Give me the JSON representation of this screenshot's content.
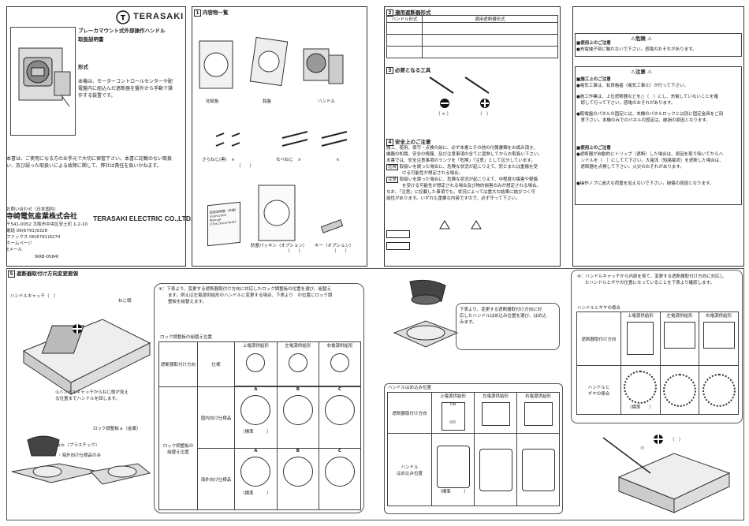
{
  "brand": {
    "name": "TERASAKI"
  },
  "cover": {
    "title": "ブレーカマウント式外部操作ハンドル",
    "subtitle": "取扱説明書",
    "model_label": "形式",
    "intro": [
      "本機は、モーターコントロールセンターや配",
      "電盤内に組込んだ遮断器を盤外から手動で操",
      "作する装置です。"
    ],
    "keep": [
      "本書は、ご使用になる方のお手元で大切に保管下さい。本書に記載のない取扱",
      "い、及び誤った取扱いによる故障に関して、弊社は責任を負いかねます。"
    ],
    "contact": "お問い合わせ（日本国内）",
    "company_jp": "寺崎電気産業株式会社",
    "company_en": "TERASAKI ELECTRIC CO.,LTD.",
    "address": "〒541-0052 大阪市中央区安土町 1-2-10",
    "tel": "電話 06(6791)9328",
    "fax": "ファックス 06(6791)9274",
    "home": "ホームページ",
    "email": "Eメール",
    "doc_no": "（KRB-0584）"
  },
  "contents": {
    "title": "内容物一覧",
    "items": [
      "化粧板",
      "銘盤",
      "ハンドル"
    ],
    "screws": [
      "さらねじ(黒)　×",
      "（　　）",
      "なべねじ　×",
      "×"
    ],
    "options": [
      "防塵パッキン（オプション）",
      "キー（オプション）"
    ],
    "opt_qty": [
      "（　　）",
      "（　　）"
    ],
    "manual": [
      "取扱説明書（本書）",
      "Instruction Manual",
      "(This Document)"
    ]
  },
  "breaker": {
    "title": "適用遮断器形式",
    "col1": "ハンドル形式",
    "col2": "適用遮断器形式"
  },
  "tools": {
    "title": "必要となる工具",
    "minus": "（ × ）",
    "plus": "（　）"
  },
  "safety": {
    "title": "安全上のご注意",
    "lines": [
      "施工、使用、保守・点検の前に、必ず本書とその他の付属書類をお読み頂き、",
      "機器の知識、安全の情報、及び注意事項の全てに習熟してからお取扱い下さい。",
      "本書では、安全注意事項のランクを「危険」「注意」として区分しています。"
    ],
    "danger_label": "危険",
    "danger_text": [
      "取扱いを誤った場合に、危険な状況が起こりえて、死亡または重傷を受",
      "ける可能性が想定される場合。"
    ],
    "caution_label": "注意",
    "caution_text": [
      "取扱いを誤った場合に、危険な状況が起こりえて、中程度の傷害や軽傷",
      "を受ける可能性が想定される場合及び物的損害のみが想定される場合。"
    ],
    "note": [
      "なお、「注意」に記載した事項でも、状況によっては重大な結果に結びつく可",
      "能性があります。いずれも重要な内容ですので、必ず守って下さい。"
    ]
  },
  "right": {
    "danger_hdr": "危険",
    "use1": "■使用上のご注意",
    "use1_text": "●充電端子部に触れないで下さい。感電のおそれがあります。",
    "caution_hdr": "注意",
    "work": "■施工上のご注意",
    "work_items": [
      "●電気工事は、有資格者（電気工事士）が行って下さい。",
      "●施工作業は、上位遮断器などを○（　）にし、充電していないことを確",
      "　認して行って下さい。感電のおそれがあります。",
      "●配電盤のパネルの固定には、本機のパネルロックとは別に固定金具をご用",
      "　意下さい。本機のみでのパネルの固定は、破損の原因となります。"
    ],
    "use2": "■使用上のご注意",
    "use2_items": [
      "●遮断器が自動的にトリップ（遮断）した場合は、原因を取り除いてからハ",
      "　ンドルを（　）にしてて下さい。大電流（短絡電流）を遮断した場合は、",
      "　遮断器を点検して下さい。火災のおそれがあります。",
      "●操作ノブに過大な荷重を加えないで下さい。損傷の原因となります。"
    ]
  },
  "install": {
    "title": "遮断器取付け方向変更要領",
    "catch": "ハンドルキャッチ（　）",
    "screw": "ねじ頭",
    "step1": [
      "①ハンドルキャッチからねじ頭が見え",
      "る位置までハンドルを回します。"
    ],
    "lock_a": "ロック調整板ａ（金属）",
    "lock_b": "ロック調整板ｂ（プラスチック）",
    "overseas": "・海外向け仕様品のみ"
  },
  "lockpos": {
    "step4": [
      "④：下表より、変更する遮断器取付け方向に対応したロック調整板の位置を選び、組替え",
      "ます。例えば左電源供給形のハンドルに変更する場合、下表より　の位置にロック調",
      "整板を組替えます。"
    ],
    "title": "ロック調整板の組替え位置",
    "cols": [
      "上電源供給形",
      "左電源供給形",
      "右電源供給形"
    ],
    "row1a": "遮断器取付け方向",
    "row1b": "仕様",
    "row2": "ロック調整板の\n組替え位置",
    "dom": "国内向け仕様品",
    "ovs": "海外向け仕様品",
    "abc": [
      "A",
      "B",
      "C"
    ],
    "std": "（標準　　　）"
  },
  "handle": {
    "note": [
      "下表より、変更する遮断器取付け方向に対",
      "応したハンドルはめ込み位置を選び、はめ込",
      "みます。"
    ],
    "title": "ハンドルはめ込み位置",
    "cols": [
      "上電源供給形",
      "左電源供給形",
      "右電源供給形"
    ],
    "row1": "遮断器取付け方向",
    "row2": "ハンドル\nはめ込み位置",
    "std": "（標準　　　）",
    "off": "OFF",
    "on": "ON"
  },
  "gear": {
    "step6": [
      "⑥：ハンドルキャッチから内部を見て、変更する遮断器取付け方向に対応し",
      "たハンドルとギヤの位置になっていることを下表より確認します。"
    ],
    "title": "ハンドルとギヤの係合",
    "cols": [
      "上電源供給形",
      "左電源供給形",
      "右電源供給形"
    ],
    "row1": "遮断器取付け方向",
    "row2": "ハンドルと\nギヤの係合",
    "std": "（標準　　）",
    "step7": "⑦",
    "plus": "（　）"
  }
}
